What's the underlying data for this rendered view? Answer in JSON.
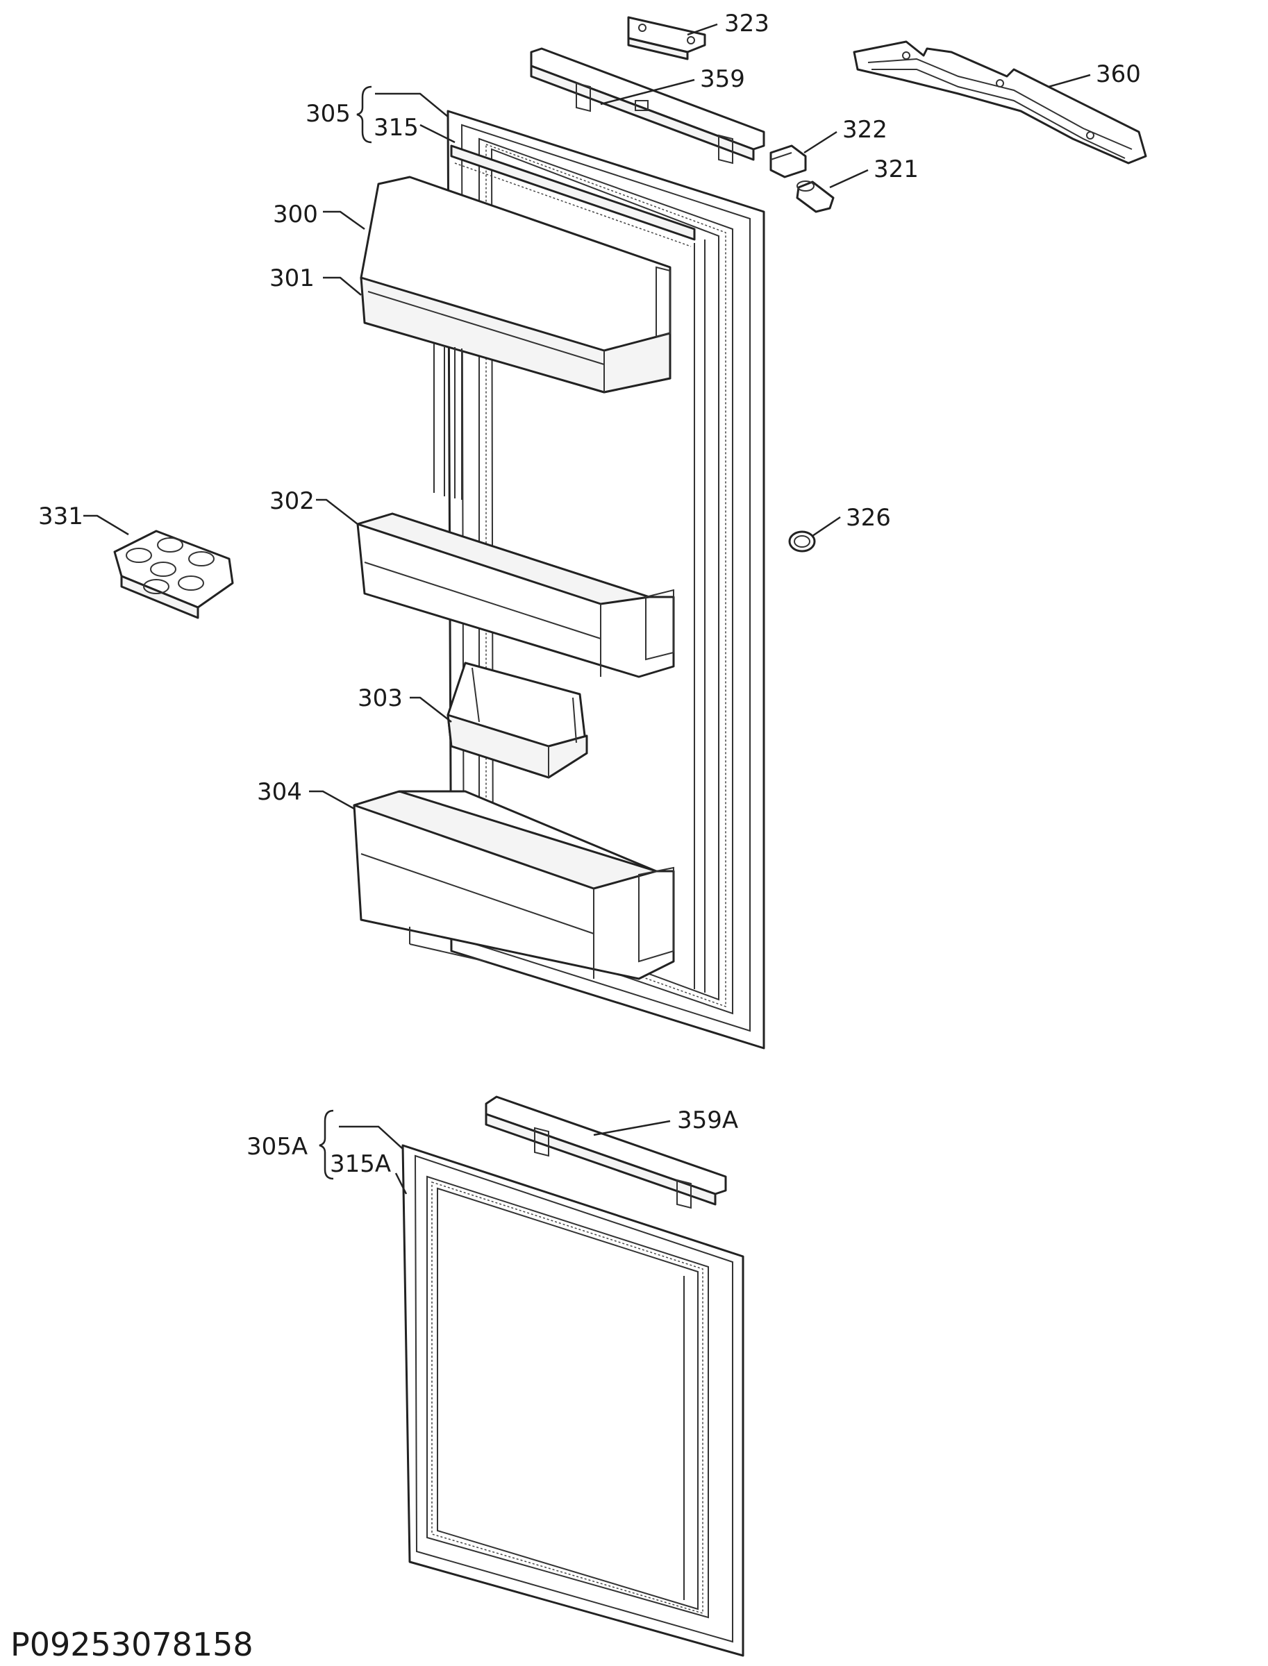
{
  "drawing": {
    "code": "P09253078158"
  },
  "parts": [
    {
      "id": "p323",
      "label": "323"
    },
    {
      "id": "p359",
      "label": "359"
    },
    {
      "id": "p360",
      "label": "360"
    },
    {
      "id": "p305",
      "label": "305"
    },
    {
      "id": "p315",
      "label": "315"
    },
    {
      "id": "p322",
      "label": "322"
    },
    {
      "id": "p321",
      "label": "321"
    },
    {
      "id": "p300",
      "label": "300"
    },
    {
      "id": "p301",
      "label": "301"
    },
    {
      "id": "p331",
      "label": "331"
    },
    {
      "id": "p302",
      "label": "302"
    },
    {
      "id": "p326",
      "label": "326"
    },
    {
      "id": "p303",
      "label": "303"
    },
    {
      "id": "p304",
      "label": "304"
    },
    {
      "id": "p359A",
      "label": "359A"
    },
    {
      "id": "p305A",
      "label": "305A"
    },
    {
      "id": "p315A",
      "label": "315A"
    }
  ]
}
